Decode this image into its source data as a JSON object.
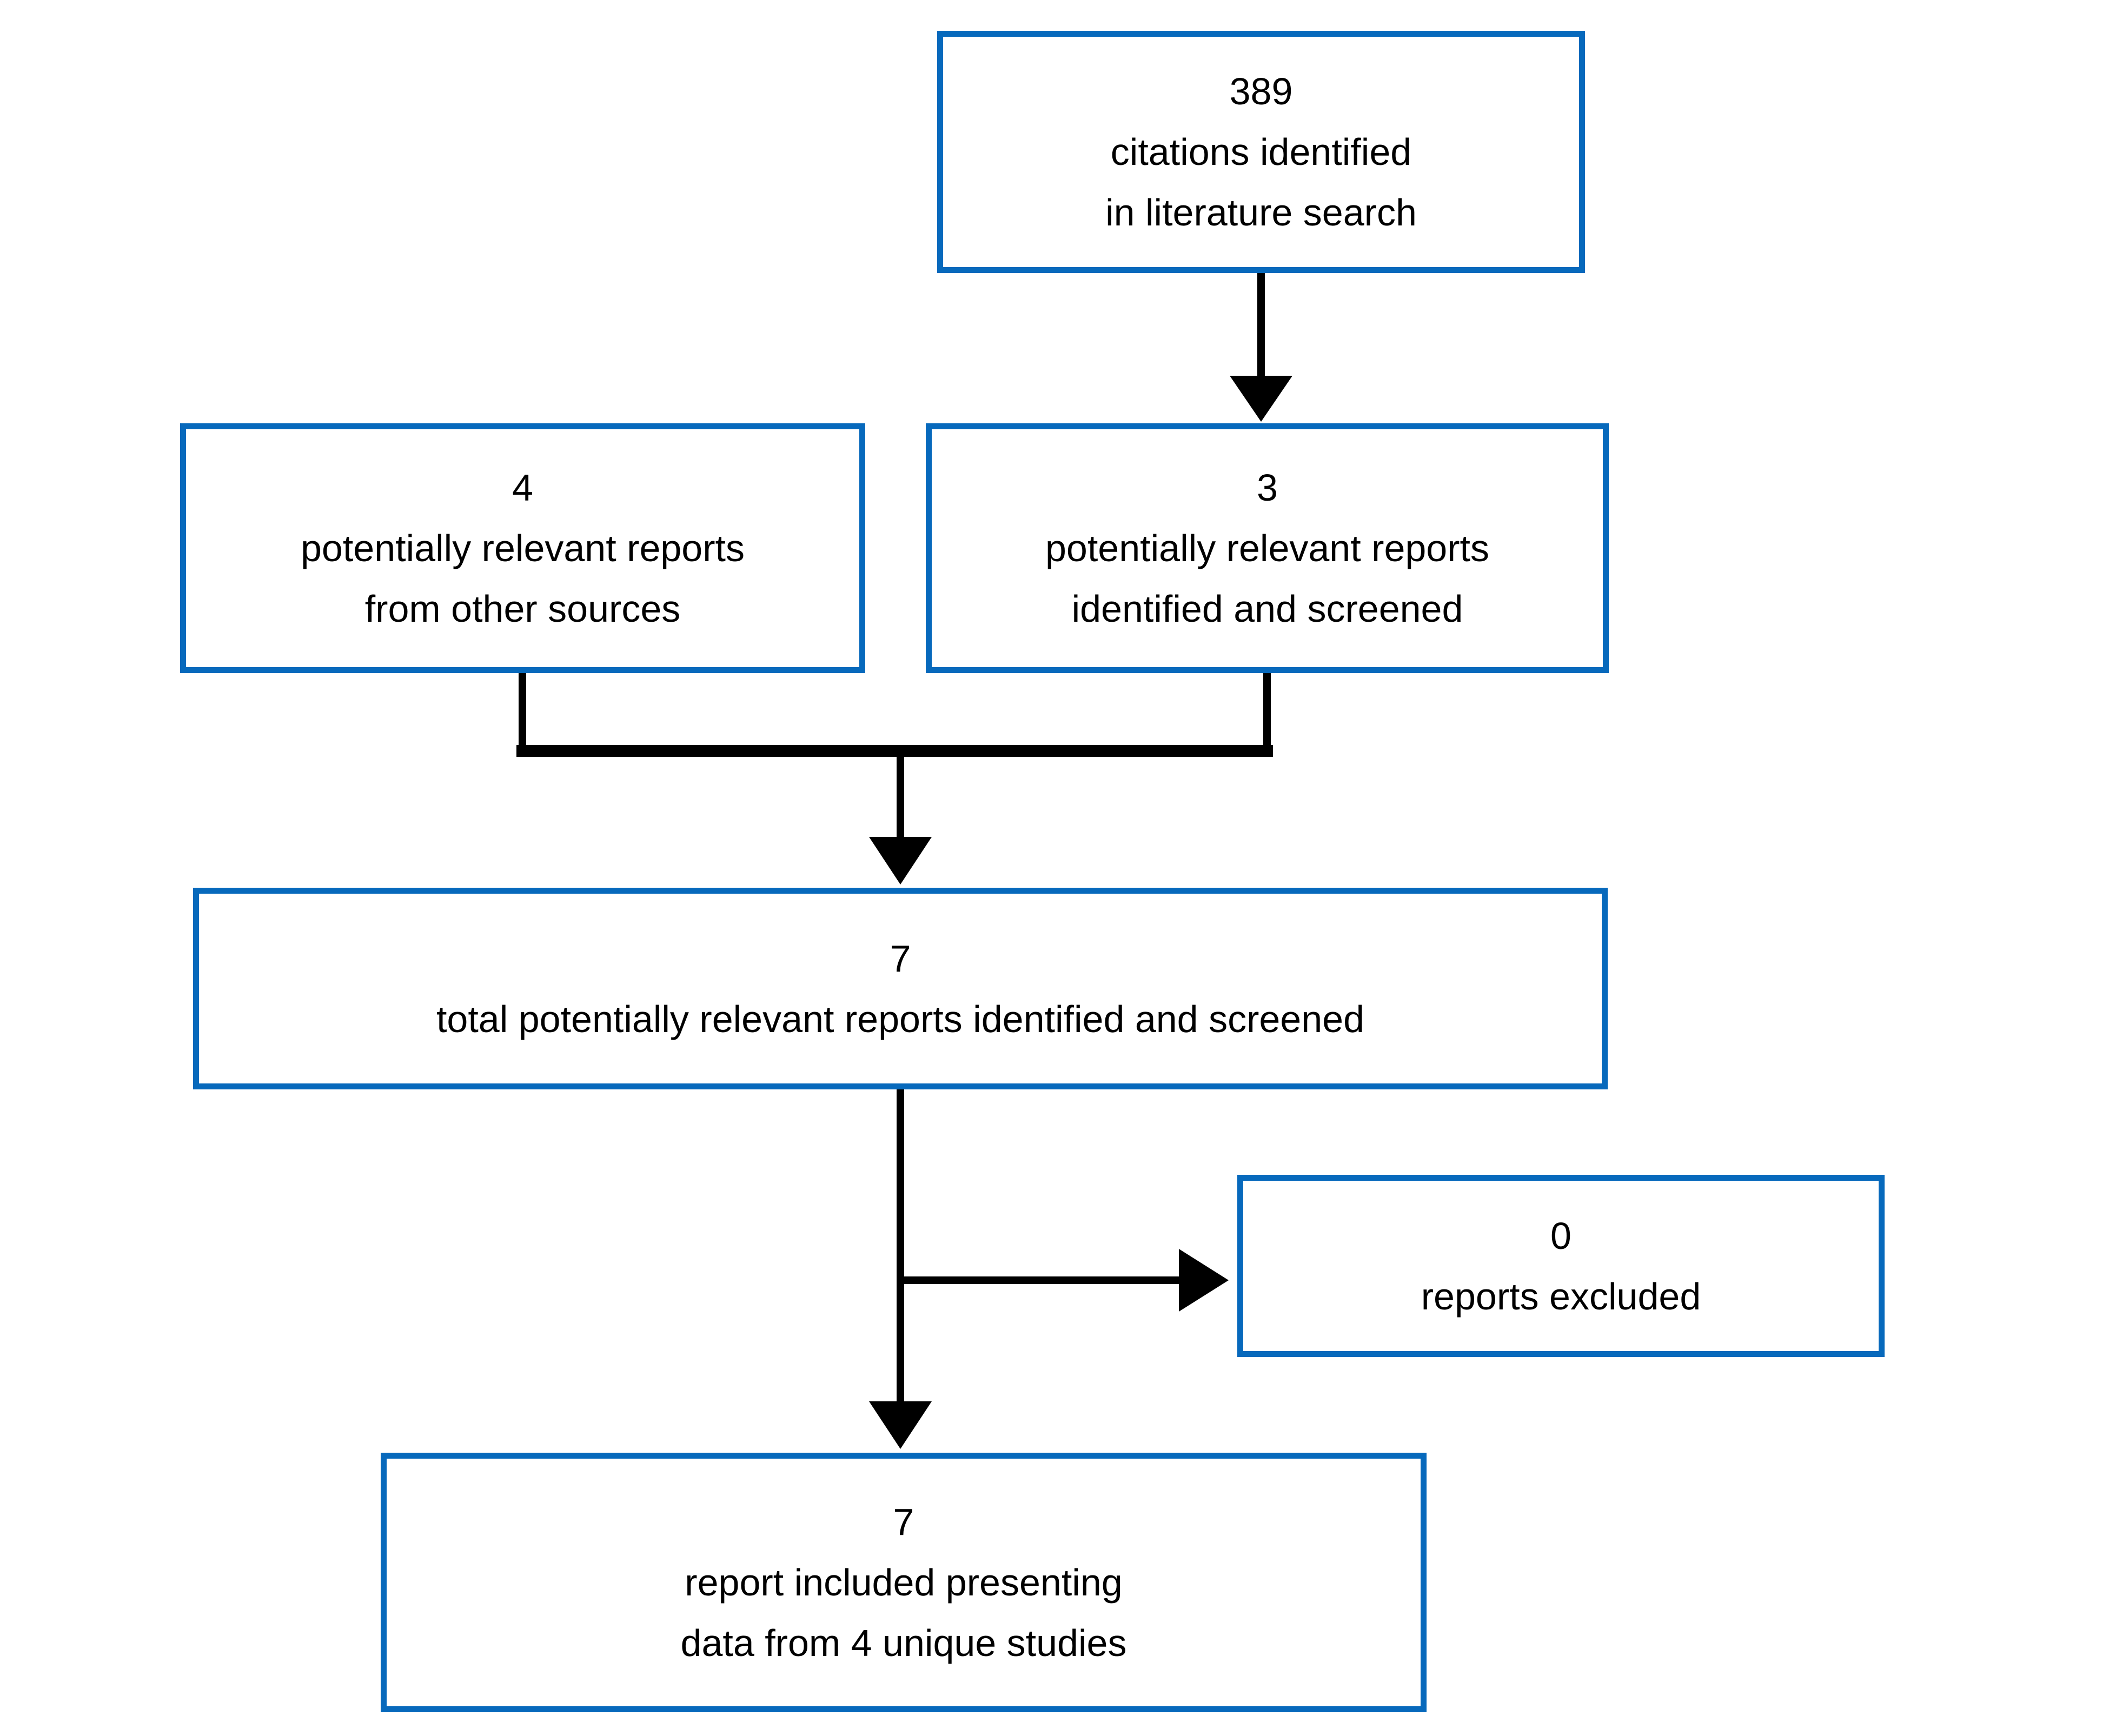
{
  "diagram": {
    "type": "flowchart",
    "background_color": "#ffffff",
    "box_border_color": "#0769bc",
    "connector_color": "#000000",
    "text_color": "#000000",
    "boxes": [
      {
        "id": "citations",
        "count": "389",
        "lines": [
          "citations identified",
          "in literature search"
        ]
      },
      {
        "id": "other-sources",
        "count": "4",
        "lines": [
          "potentially relevant reports",
          "from other sources"
        ]
      },
      {
        "id": "screened",
        "count": "3",
        "lines": [
          "potentially relevant reports",
          "identified and screened"
        ]
      },
      {
        "id": "total",
        "count": "7",
        "lines": [
          "total potentially relevant reports identified and screened"
        ]
      },
      {
        "id": "excluded",
        "count": "0",
        "lines": [
          "reports excluded"
        ]
      },
      {
        "id": "included",
        "count": "7",
        "lines": [
          "report included presenting",
          "data from 4 unique studies"
        ]
      }
    ]
  }
}
